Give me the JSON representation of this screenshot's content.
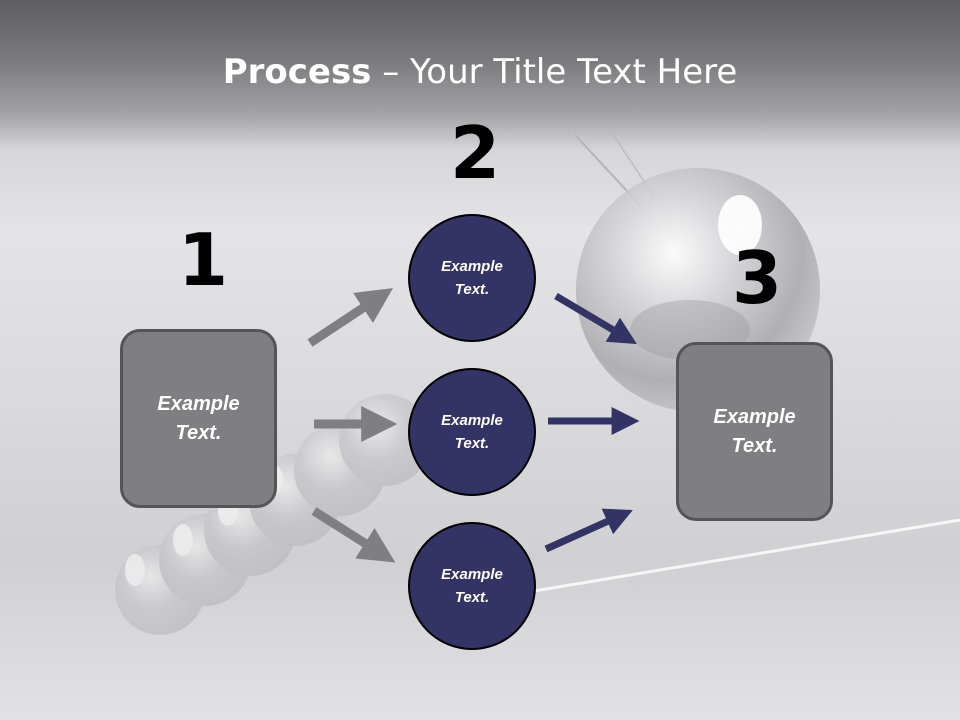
{
  "slide": {
    "title_bold": "Process",
    "title_rest": " – Your Title Text Here",
    "numbers": [
      "1",
      "2",
      "3"
    ],
    "left_box": "Example Text.",
    "circles": [
      "Example Text.",
      "Example Text.",
      "Example Text."
    ],
    "right_box": "Example Text."
  },
  "colors": {
    "circle_fill": "#333366",
    "box_fill": "#7f7f81",
    "gray_arrow": "#7f7f81",
    "navy_arrow": "#333366"
  }
}
